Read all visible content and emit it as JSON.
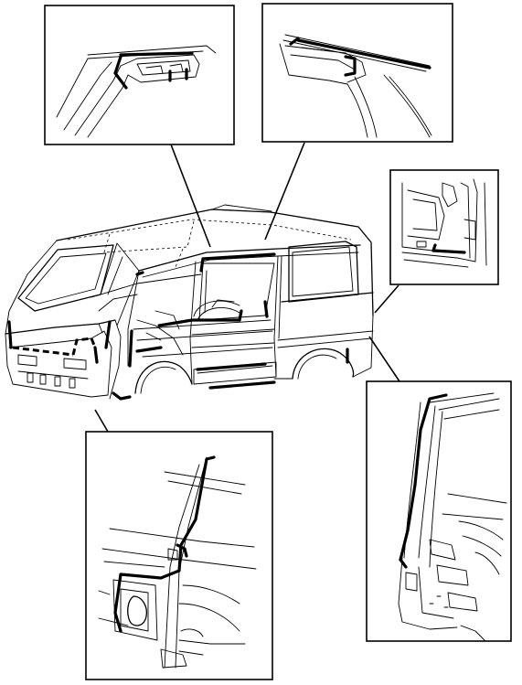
{
  "figure": {
    "kind": "van body sealer application diagram",
    "callouts": [
      {
        "id": "windshield-pillar-top"
      },
      {
        "id": "roof-rail-rear"
      },
      {
        "id": "rear-quarter-lower"
      },
      {
        "id": "front-pillar-lower"
      },
      {
        "id": "back-door-pillar"
      }
    ]
  }
}
